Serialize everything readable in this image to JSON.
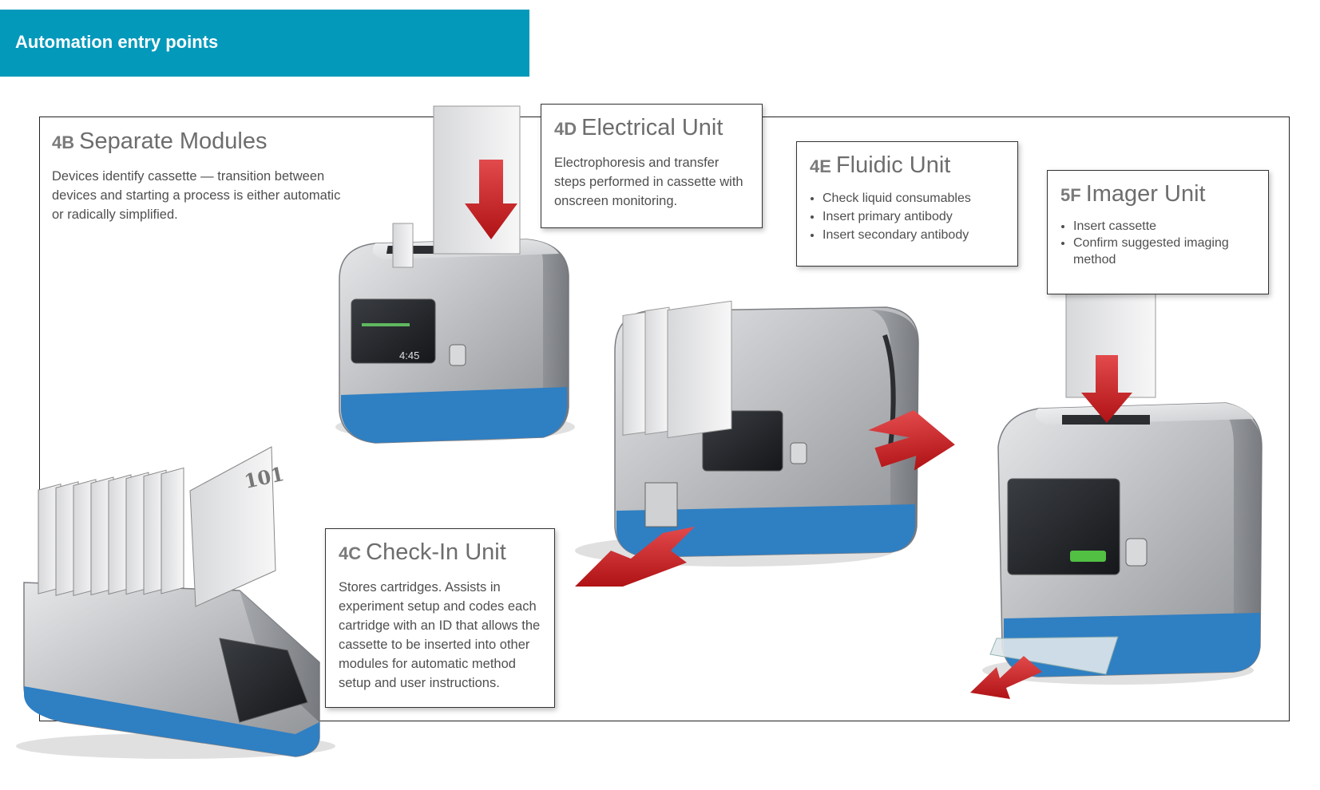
{
  "header": {
    "title": "Automation entry points"
  },
  "callouts": {
    "separate": {
      "code": "4B",
      "title": "Separate Modules",
      "desc": "Devices identify cassette — transition between devices and starting a process is either automatic or radically simplified."
    },
    "electrical": {
      "code": "4D",
      "title": "Electrical Unit",
      "desc": "Electrophoresis and transfer steps performed in cassette with onscreen monitoring."
    },
    "fluidic": {
      "code": "4E",
      "title": "Fluidic Unit",
      "items": [
        "Check liquid consumables",
        "Insert primary antibody",
        "Insert secondary antibody"
      ]
    },
    "imager": {
      "code": "5F",
      "title": "Imager Unit",
      "items": [
        "Insert cassette",
        "Confirm suggested imaging method"
      ]
    },
    "checkin": {
      "code": "4C",
      "title": "Check-In Unit",
      "desc": "Stores cartridges. Assists in experiment setup and codes each cartridge with an ID that allows the cassette to be inserted into other modules for automatic method setup and user instructions."
    }
  },
  "devices": {
    "electrical_screen": "4:45",
    "checkin_cassette_label": "101"
  },
  "colors": {
    "header": "#0399bb",
    "arrow": "#c8191c",
    "base_stripe": "#2f7fc3",
    "device_body": "#b9bbbe"
  }
}
